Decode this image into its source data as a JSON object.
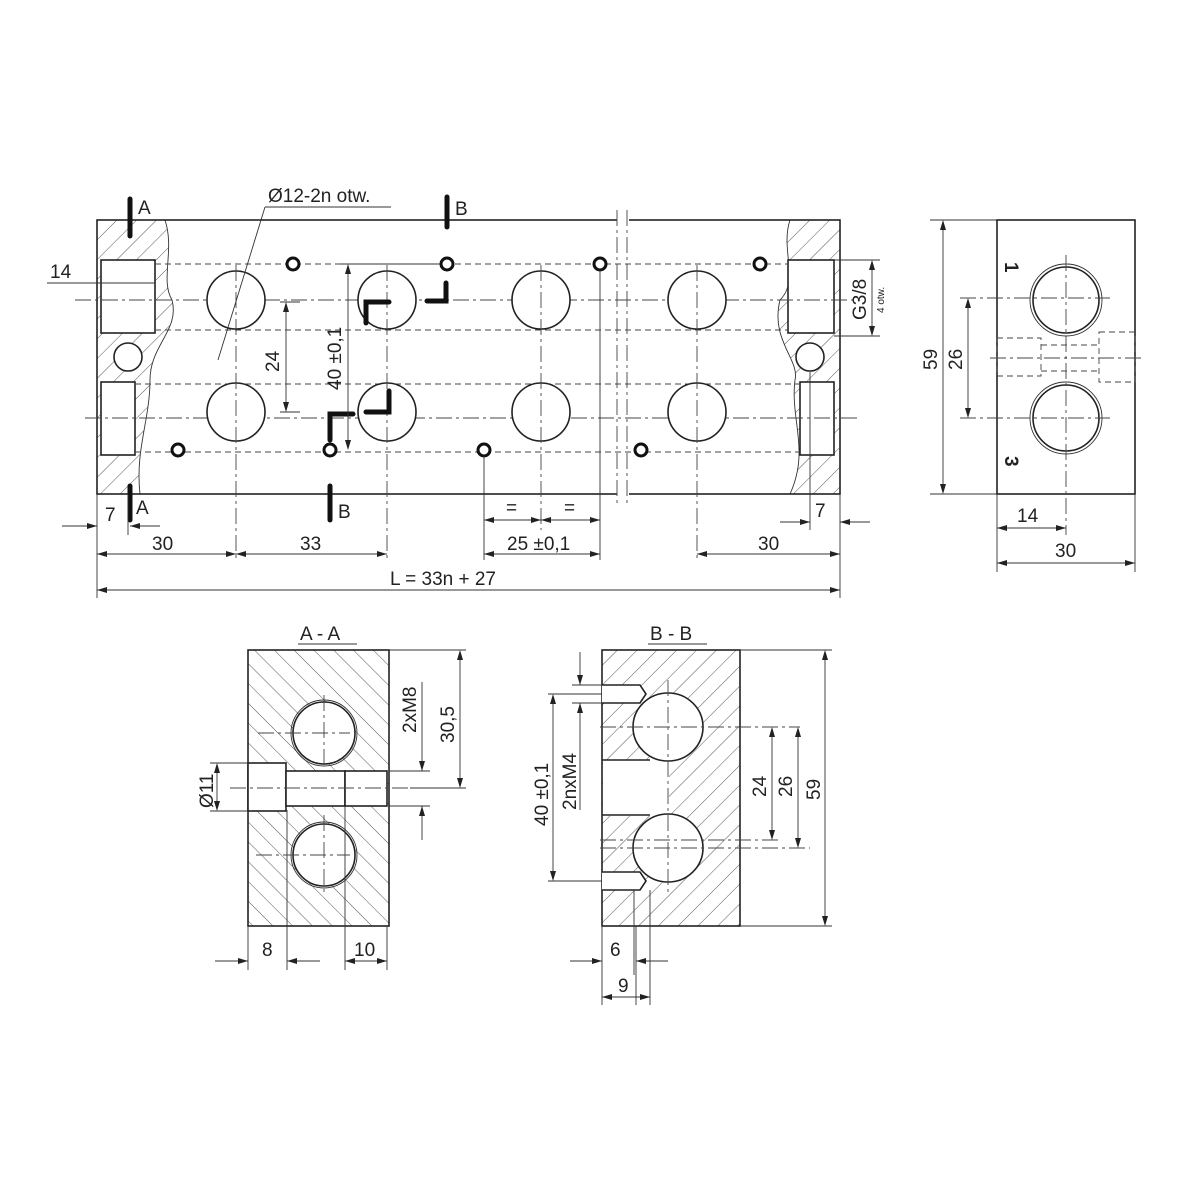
{
  "main_view": {
    "hole_note": "Ø12-2n otw.",
    "section_a": "A",
    "section_b": "B",
    "dim_14": "14",
    "dim_24": "24",
    "dim_40": "40 ±0,1",
    "dim_7_left": "7",
    "dim_7_right": "7",
    "dim_30_left": "30",
    "dim_33": "33",
    "dim_eq": "=",
    "dim_25": "25 ±0,1",
    "dim_30_right": "30",
    "dim_length": "L = 33n + 27",
    "port_thread": "G3/8",
    "port_count": "4 otw."
  },
  "side_view": {
    "port_1": "1",
    "port_3": "3",
    "dim_59": "59",
    "dim_26": "26",
    "dim_14": "14",
    "dim_30": "30"
  },
  "section_aa": {
    "title": "A - A",
    "dim_d11": "Ø11",
    "dim_thread": "2xM8",
    "dim_30_5": "30,5",
    "dim_8": "8",
    "dim_10": "10"
  },
  "section_bb": {
    "title": "B - B",
    "dim_40": "40 ±0,1",
    "dim_thread": "2nxM4",
    "dim_24": "24",
    "dim_26": "26",
    "dim_59": "59",
    "dim_6": "6",
    "dim_9": "9"
  }
}
